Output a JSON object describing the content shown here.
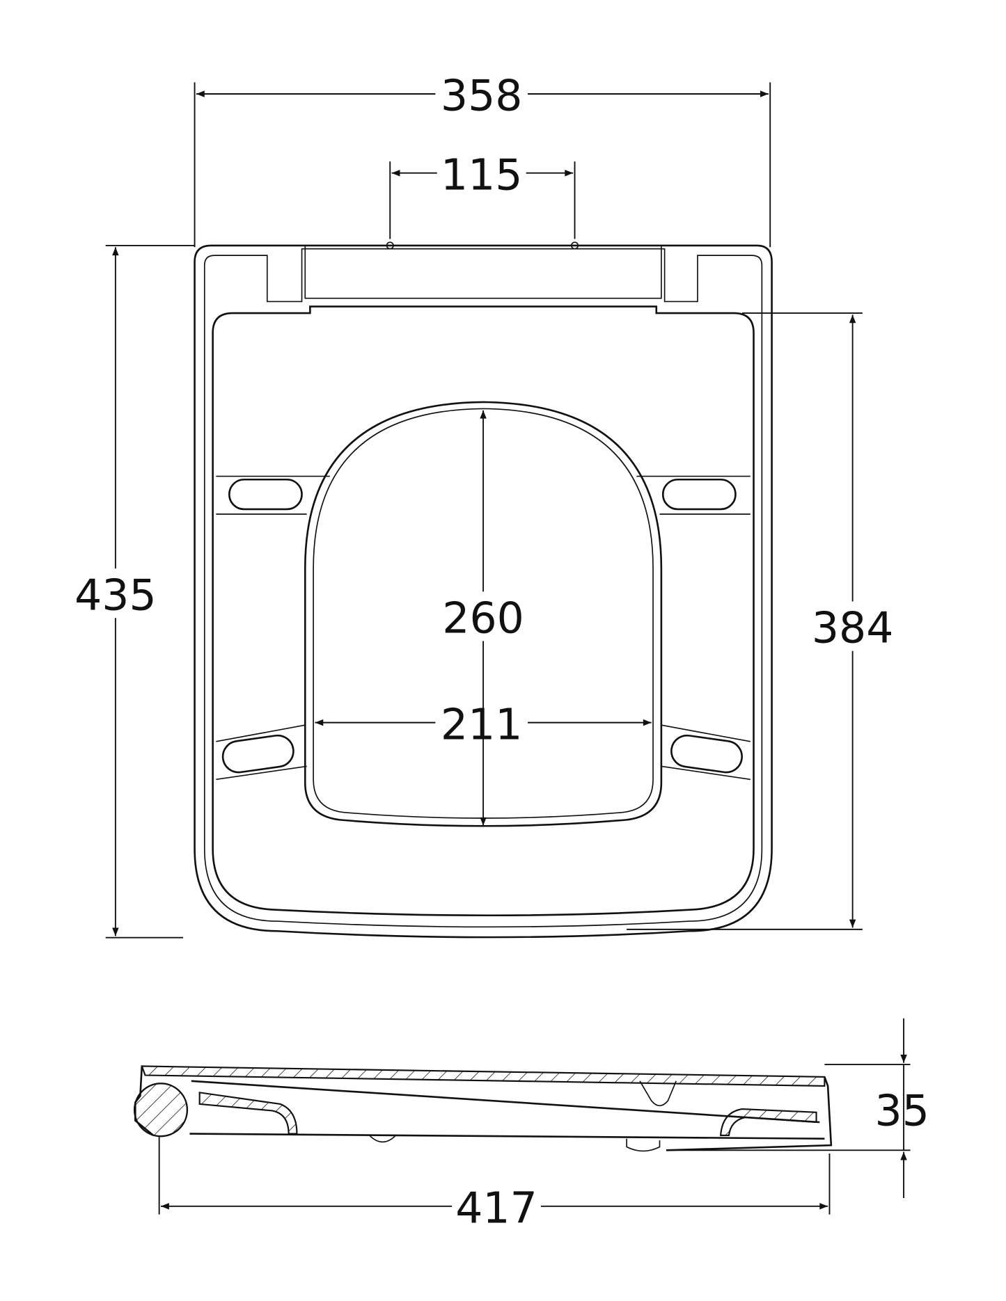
{
  "dimensions": {
    "overall_width": "358",
    "hinge_spacing": "115",
    "overall_length": "435",
    "inner_length": "384",
    "opening_length": "260",
    "opening_width": "211",
    "side_length": "417",
    "height": "35"
  },
  "colors": {
    "line": "#111111",
    "background": "#ffffff"
  }
}
